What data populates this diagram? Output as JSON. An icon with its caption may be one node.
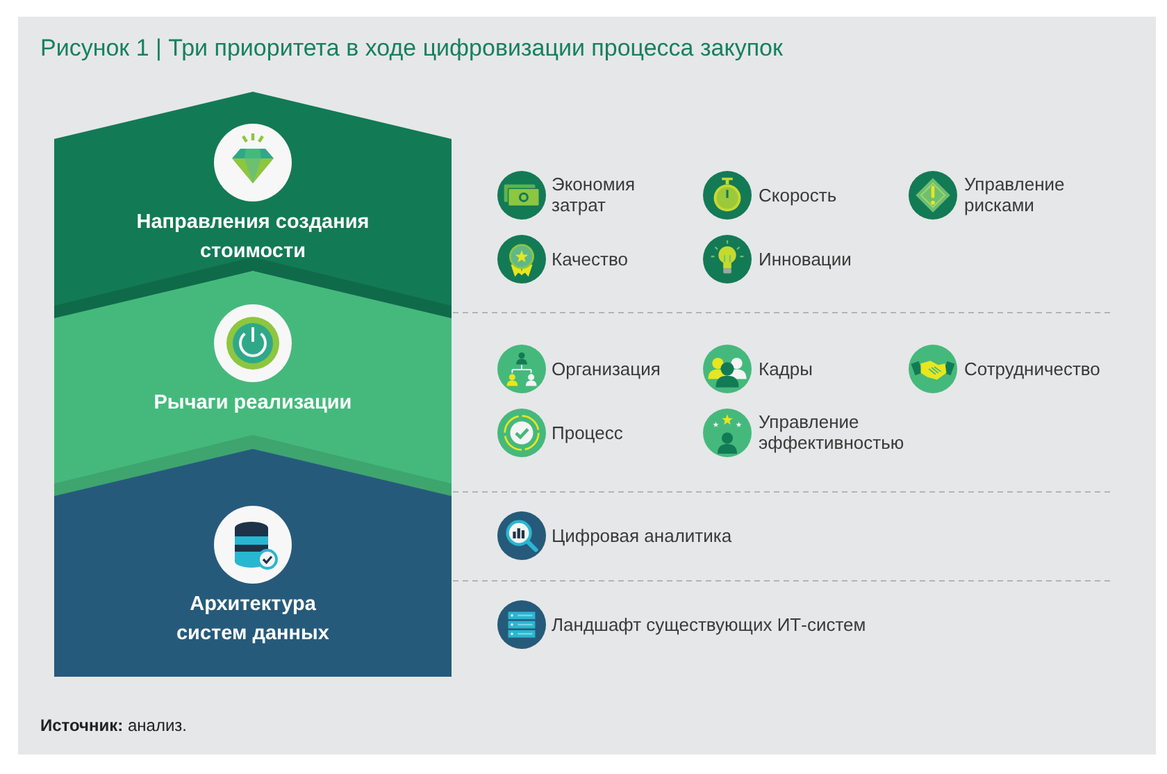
{
  "diagram": {
    "title": "Рисунок 1 | Три приоритета в ходе цифровизации процесса закупок",
    "caption": "**Источник:** анализ.",
    "nodes": [
      {
        "text": [
          "Направления создания стоимости"
        ]
      },
      {
        "text": [
          "Рычаги реализации"
        ]
      },
      {
        "text": [
          "Архитектура систем данных"
        ]
      }
    ],
    "labels": [
      "Экономия затрат",
      "Скорость",
      "Управление рисками",
      "Качество",
      "Инновации",
      "Организация",
      "Кадры",
      "Сотрудничество",
      "Процесс",
      "Управление эффективностью",
      "Цифровая аналитика",
      "Ландшафт существующих ИТ-систем"
    ]
  }
}
